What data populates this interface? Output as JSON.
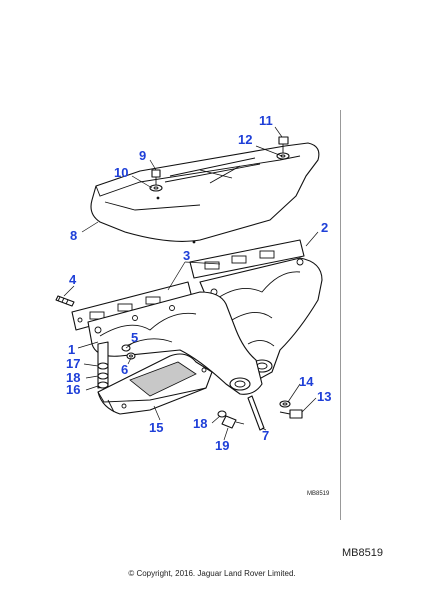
{
  "diagram": {
    "inner_code": "MB8519",
    "callouts": [
      {
        "id": "c11",
        "text": "11"
      },
      {
        "id": "c12",
        "text": "12"
      },
      {
        "id": "c9",
        "text": "9"
      },
      {
        "id": "c10",
        "text": "10"
      },
      {
        "id": "c8",
        "text": "8"
      },
      {
        "id": "c2",
        "text": "2"
      },
      {
        "id": "c3",
        "text": "3"
      },
      {
        "id": "c4",
        "text": "4"
      },
      {
        "id": "c1",
        "text": "1"
      },
      {
        "id": "c5",
        "text": "5"
      },
      {
        "id": "c17",
        "text": "17"
      },
      {
        "id": "c6",
        "text": "6"
      },
      {
        "id": "c18a",
        "text": "18"
      },
      {
        "id": "c16",
        "text": "16"
      },
      {
        "id": "c14",
        "text": "14"
      },
      {
        "id": "c13",
        "text": "13"
      },
      {
        "id": "c18b",
        "text": "18"
      },
      {
        "id": "c15",
        "text": "15"
      },
      {
        "id": "c19",
        "text": "19"
      },
      {
        "id": "c7",
        "text": "7"
      }
    ]
  },
  "ref_code": "MB8519",
  "copyright": "© Copyright, 2016. Jaguar Land Rover Limited."
}
